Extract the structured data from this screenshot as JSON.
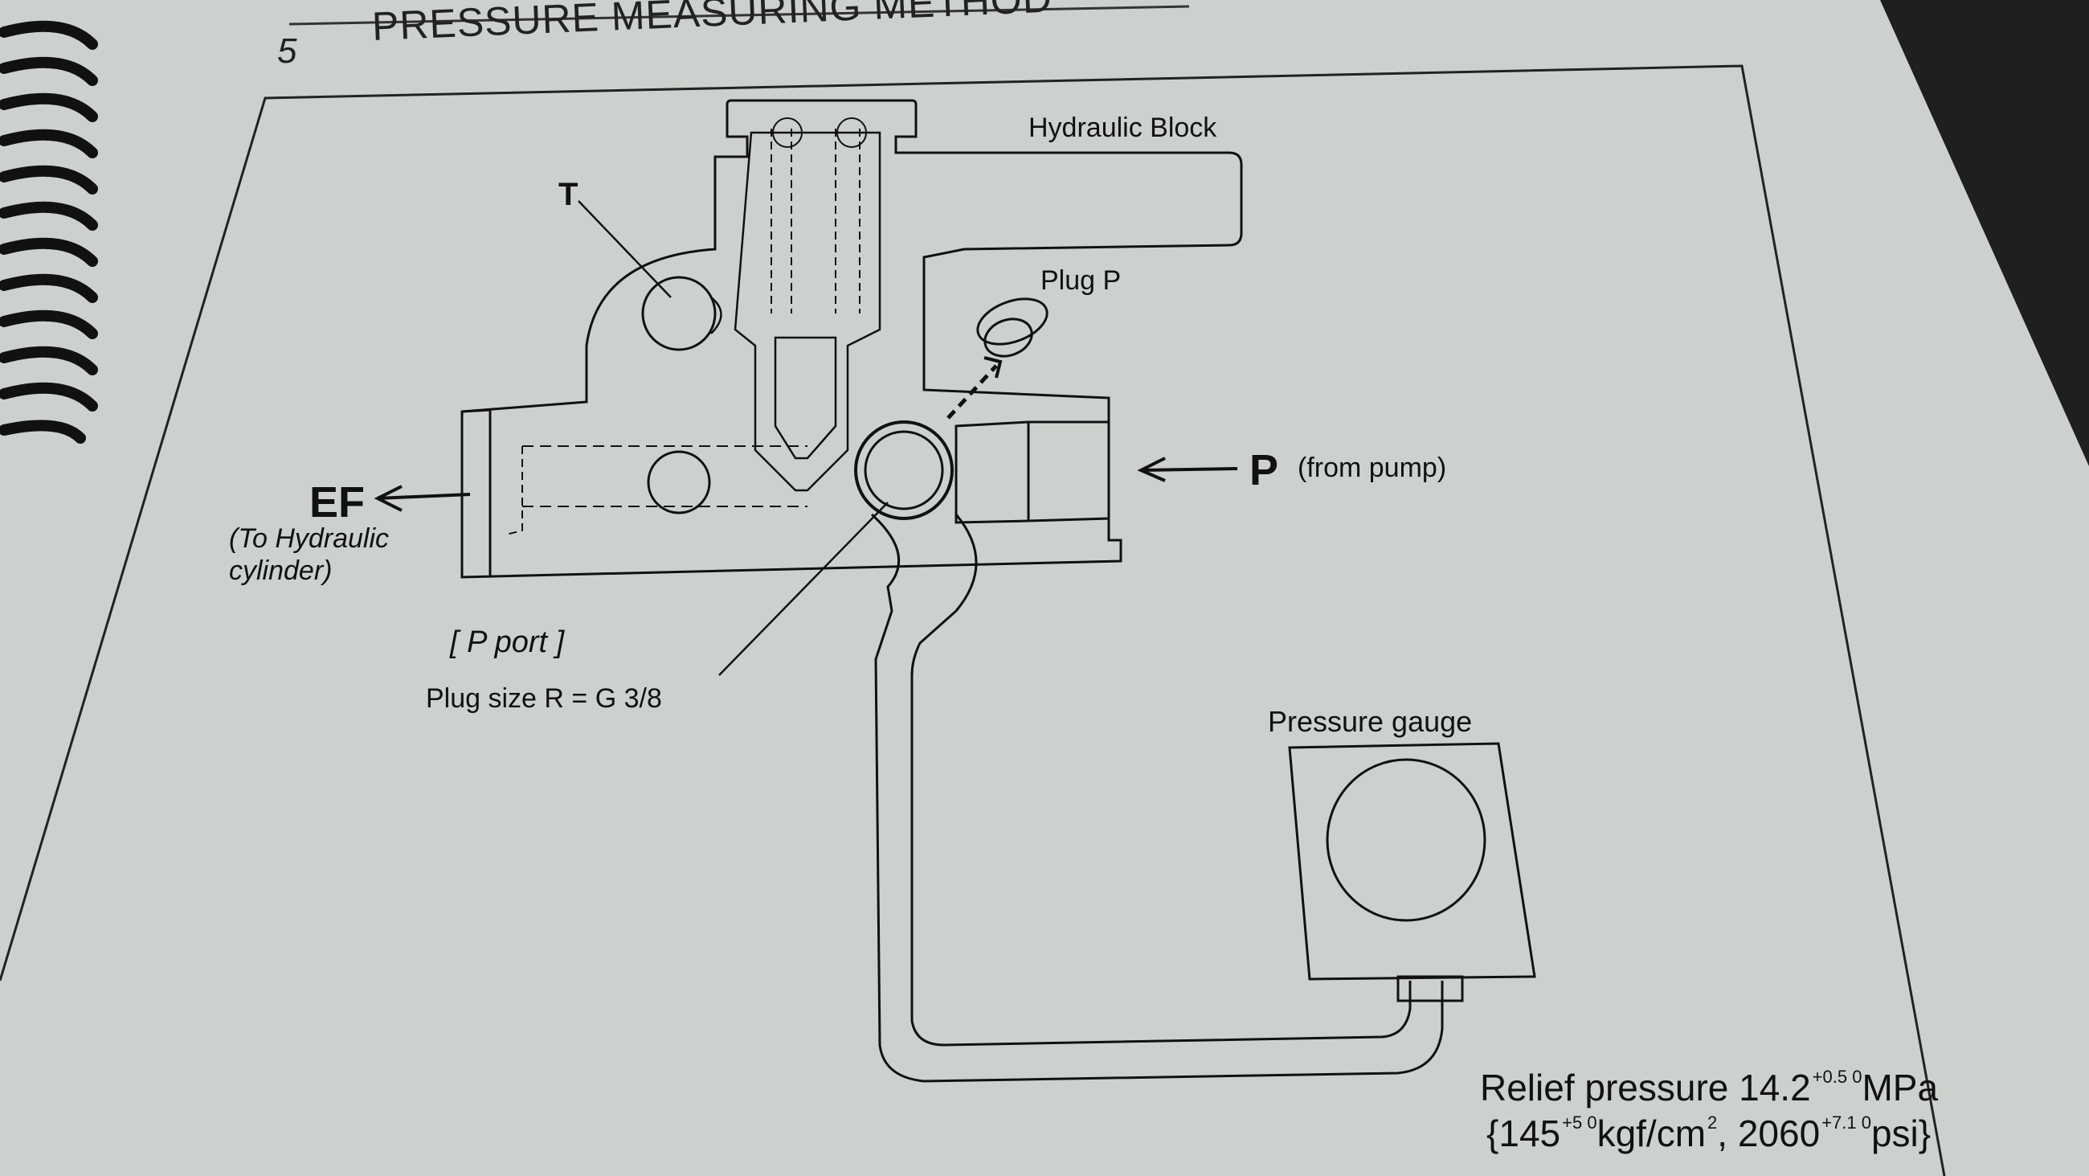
{
  "header": {
    "section_number": "5",
    "title": "PRESSURE MEASURING METHOD"
  },
  "diagram": {
    "labels": {
      "hydraulic_block": "Hydraulic Block",
      "tank_port": "T",
      "plug": "Plug P",
      "pump_port": "P",
      "pump_note": "(from pump)",
      "ef_port": "EF",
      "ef_note_line1": "(To Hydraulic",
      "ef_note_line2": "cylinder)",
      "p_port": "[ P port ]",
      "plug_size": "Plug size R = G 3/8",
      "pressure_gauge": "Pressure gauge"
    },
    "relief": {
      "line1_prefix": "Relief pressure 14.2",
      "line1_tol": "+0.5 0",
      "line1_unit": "MPa",
      "line2_open": "{145",
      "line2_tol1": "+5 0",
      "line2_unit1": "kgf/cm",
      "line2_exp": "2",
      "line2_sep": ",  2060",
      "line2_tol2": "+7.1 0",
      "line2_unit2": "psi}"
    }
  },
  "colors": {
    "paper": "#cfd3cf",
    "ink": "#111111",
    "background": "#1f1f1d"
  }
}
